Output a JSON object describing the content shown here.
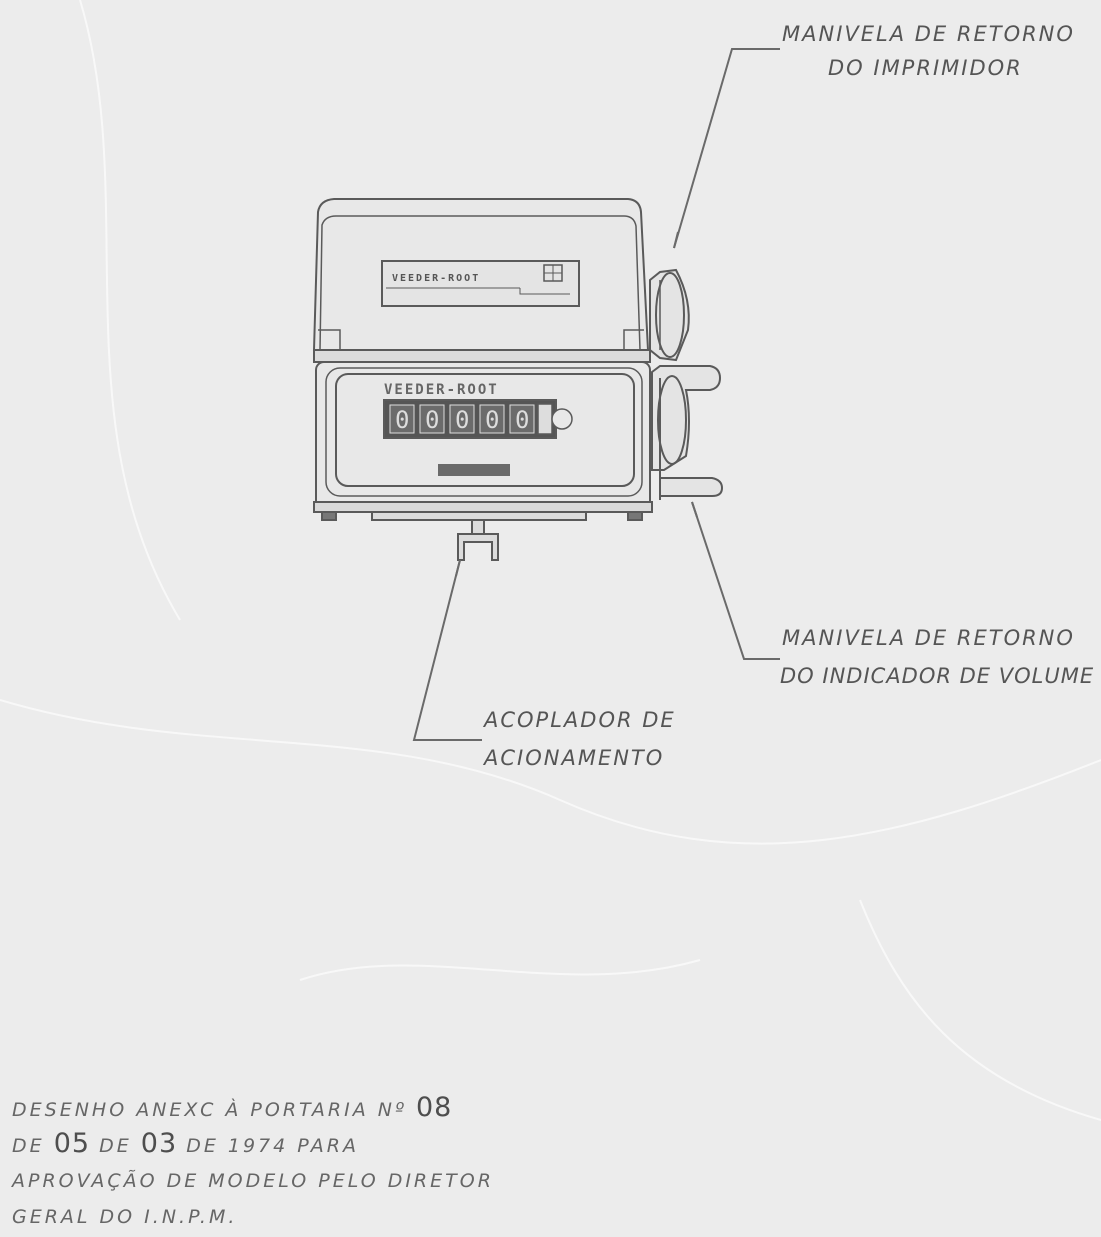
{
  "labels": {
    "printer_crank_line1": "MANIVELA DE RETORNO",
    "printer_crank_line2": "DO IMPRIMIDOR",
    "volume_crank_line1": "MANIVELA  DE RETORNO",
    "volume_crank_line2": "DO INDICADOR DE VOLUME",
    "coupler_line1": "ACOPLADOR DE",
    "coupler_line2": "ACIONAMENTO"
  },
  "device": {
    "printer_brand": "VEEDER-ROOT",
    "counter_brand": "VEEDER-ROOT",
    "counter_digits": [
      "0",
      "0",
      "0",
      "0",
      "0"
    ]
  },
  "caption": {
    "l1_prefix": "DESENHO   ANEXC  À  PORTARIA  Nº",
    "l1_number": "08",
    "l2_de1": "DE",
    "l2_day": "05",
    "l2_de2": "DE",
    "l2_month": "03",
    "l2_rest": "DE  1974  PARA",
    "l3": "APROVAÇÃO  DE  MODELO PELO DIRETOR",
    "l4": "GERAL  DO  I.N.P.M."
  }
}
